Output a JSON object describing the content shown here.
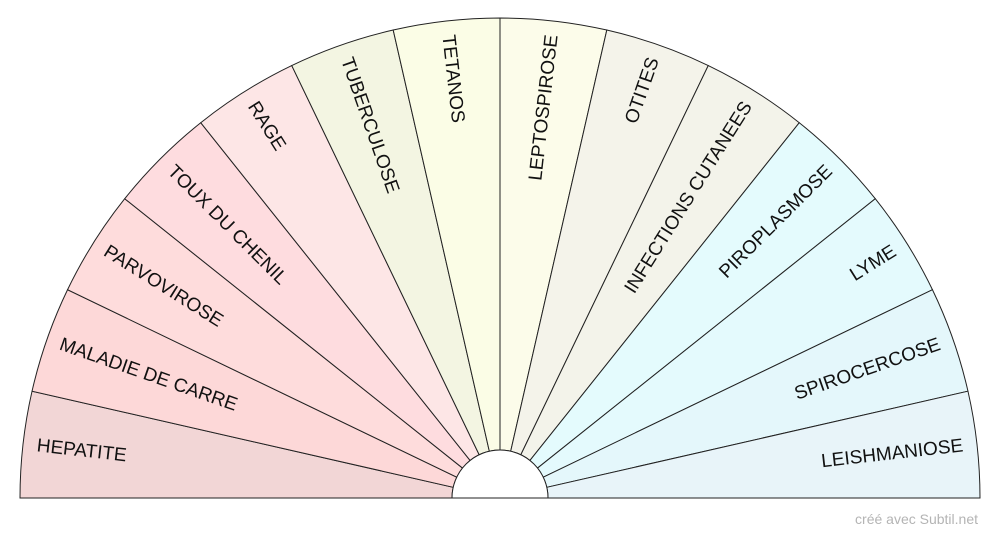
{
  "diagram": {
    "sectors": [
      {
        "label": "HEPATITE",
        "color": "#f2d6d6"
      },
      {
        "label": "MALADIE DE CARRE",
        "color": "#fdd8d8"
      },
      {
        "label": "PARVOVIROSE",
        "color": "#fedcdc"
      },
      {
        "label": "TOUX DU CHENIL",
        "color": "#fedcdf"
      },
      {
        "label": "RAGE",
        "color": "#fde6e6"
      },
      {
        "label": "TUBERCULOSE",
        "color": "#f3f5e2"
      },
      {
        "label": "TETANOS",
        "color": "#fbfde6"
      },
      {
        "label": "LEPTOSPIROSE",
        "color": "#fcfcea"
      },
      {
        "label": "OTITES",
        "color": "#f4f3ea"
      },
      {
        "label": "INFECTIONS CUTANEES",
        "color": "#f3f3ea"
      },
      {
        "label": "PIROPLASMOSE",
        "color": "#e4fbfd"
      },
      {
        "label": "LYME",
        "color": "#e4fafd"
      },
      {
        "label": "SPIROCERCOSE",
        "color": "#e4f7fb"
      },
      {
        "label": "LEISHMANIOSE",
        "color": "#e8f4f9"
      }
    ]
  },
  "footer": {
    "credit": "créé avec Subtil.net"
  }
}
